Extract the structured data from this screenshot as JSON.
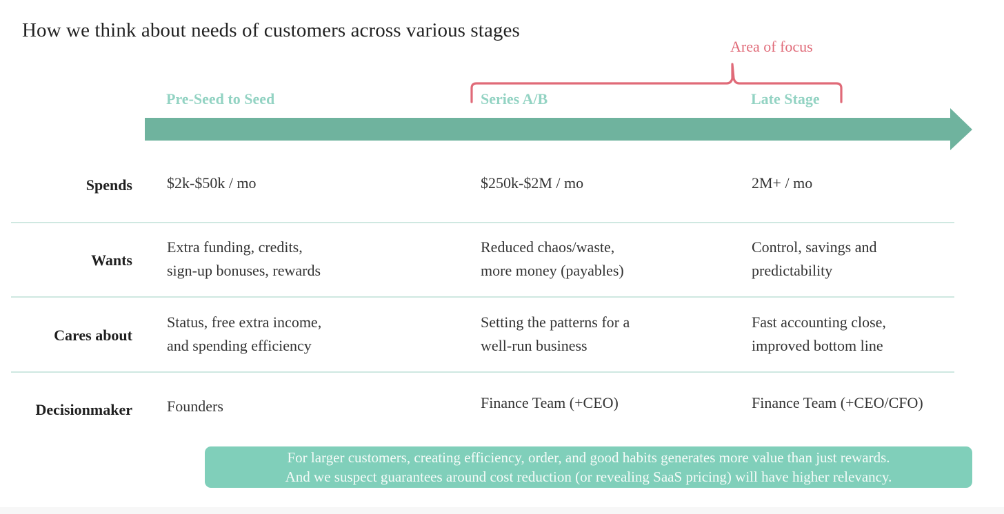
{
  "slide": {
    "title": "How we think about needs of customers across various stages",
    "focus_annotation": {
      "label": "Area of focus",
      "color": "#e06a78",
      "spans_stages": [
        "Series A/B",
        "Late Stage"
      ]
    },
    "timeline": {
      "arrow_color": "#6fb39e",
      "stage_label_color": "#93d3c3",
      "stages": [
        {
          "label": "Pre-Seed to Seed"
        },
        {
          "label": "Series A/B"
        },
        {
          "label": "Late Stage"
        }
      ]
    },
    "rows": [
      {
        "label": "Spends",
        "cells": [
          [
            "$2k-$50k / mo"
          ],
          [
            "$250k-$2M / mo"
          ],
          [
            "2M+ / mo"
          ]
        ]
      },
      {
        "label": "Wants",
        "cells": [
          [
            "Extra funding, credits,",
            "sign-up bonuses, rewards"
          ],
          [
            "Reduced chaos/waste,",
            "more money (payables)"
          ],
          [
            "Control, savings and",
            "predictability"
          ]
        ]
      },
      {
        "label": "Cares about",
        "cells": [
          [
            "Status, free extra income,",
            "and spending efficiency"
          ],
          [
            "Setting the patterns for a",
            "well-run business"
          ],
          [
            "Fast accounting close,",
            "improved bottom line"
          ]
        ]
      },
      {
        "label": "Decisionmaker",
        "cells": [
          [
            "Founders"
          ],
          [
            "Finance Team (+CEO)"
          ],
          [
            "Finance Team (+CEO/CFO)"
          ]
        ]
      }
    ],
    "callout": {
      "background": "#80cfba",
      "lines": [
        "For larger customers, creating efficiency, order, and good habits generates more value than just rewards.",
        "And we suspect guarantees around cost reduction (or revealing SaaS pricing) will have higher relevancy."
      ]
    }
  }
}
